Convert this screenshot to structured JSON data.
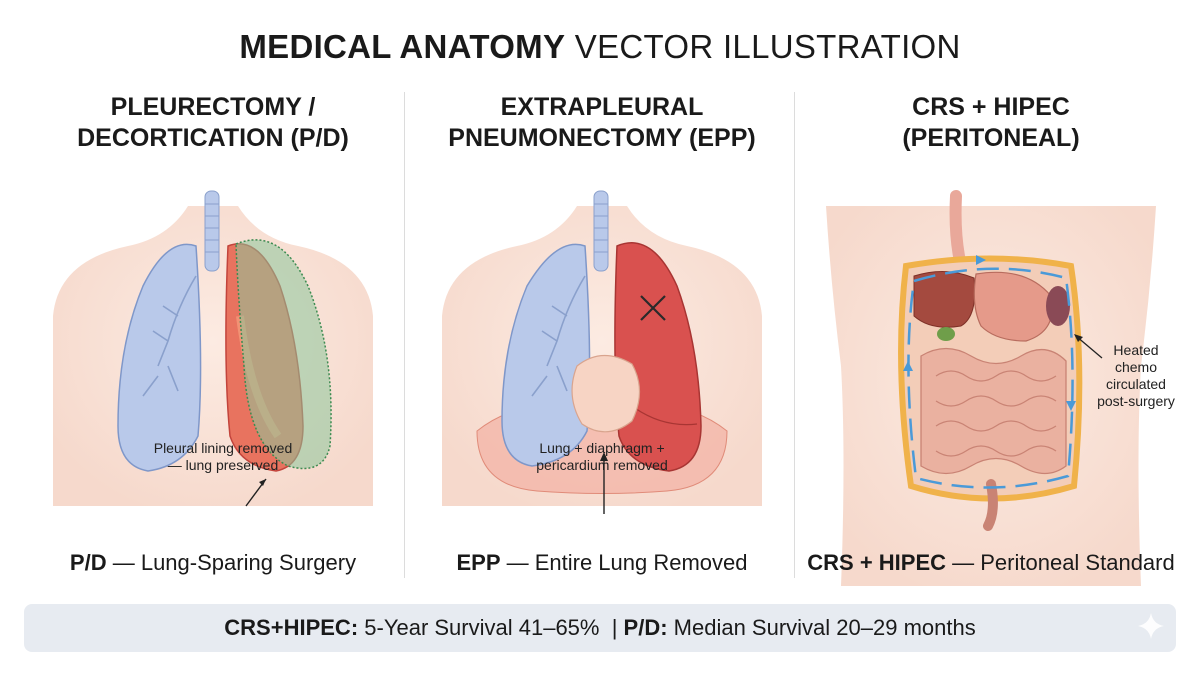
{
  "title": {
    "bold": "MEDICAL ANATOMY",
    "light": "VECTOR ILLUSTRATION"
  },
  "panels": [
    {
      "heading_line1": "PLEURECTOMY /",
      "heading_line2": "DECORTICATION (P/D)",
      "callout_line1": "Pleural lining removed",
      "callout_line2": "— lung preserved",
      "caption_bold": "P/D",
      "caption_rest": " — Lung-Sparing Surgery"
    },
    {
      "heading_line1": "EXTRAPLEURAL",
      "heading_line2": "PNEUMONECTOMY (EPP)",
      "callout_line1": "Lung + diaphragm +",
      "callout_line2": "pericardium removed",
      "caption_bold": "EPP",
      "caption_rest": " — Entire Lung Removed"
    },
    {
      "heading_line1": "CRS + HIPEC",
      "heading_line2": "(PERITONEAL)",
      "callout_line1": "Heated",
      "callout_line2": "chemo",
      "callout_line3": "circulated",
      "callout_line4": "post-surgery",
      "caption_bold": "CRS + HIPEC",
      "caption_rest": " — Peritoneal Standard"
    }
  ],
  "stats": {
    "crs_label": "CRS+HIPEC:",
    "crs_value": " 5-Year Survival 41–65%",
    "separator": "  | ",
    "pd_label": "P/D:",
    "pd_value": " Median Survival 20–29 months"
  },
  "colors": {
    "skin": "#fbe6dc",
    "lung_blue": "#b9c9ea",
    "lung_red": "#d9514f",
    "pleura_green": "#8cc79a",
    "abdomen_outline": "#f0b24a",
    "flow_blue": "#4a9ad8",
    "stat_bar": "#e7ebf1"
  },
  "icons": [
    "x-mark-icon",
    "sparkle-icon",
    "flow-arrow-icon"
  ]
}
